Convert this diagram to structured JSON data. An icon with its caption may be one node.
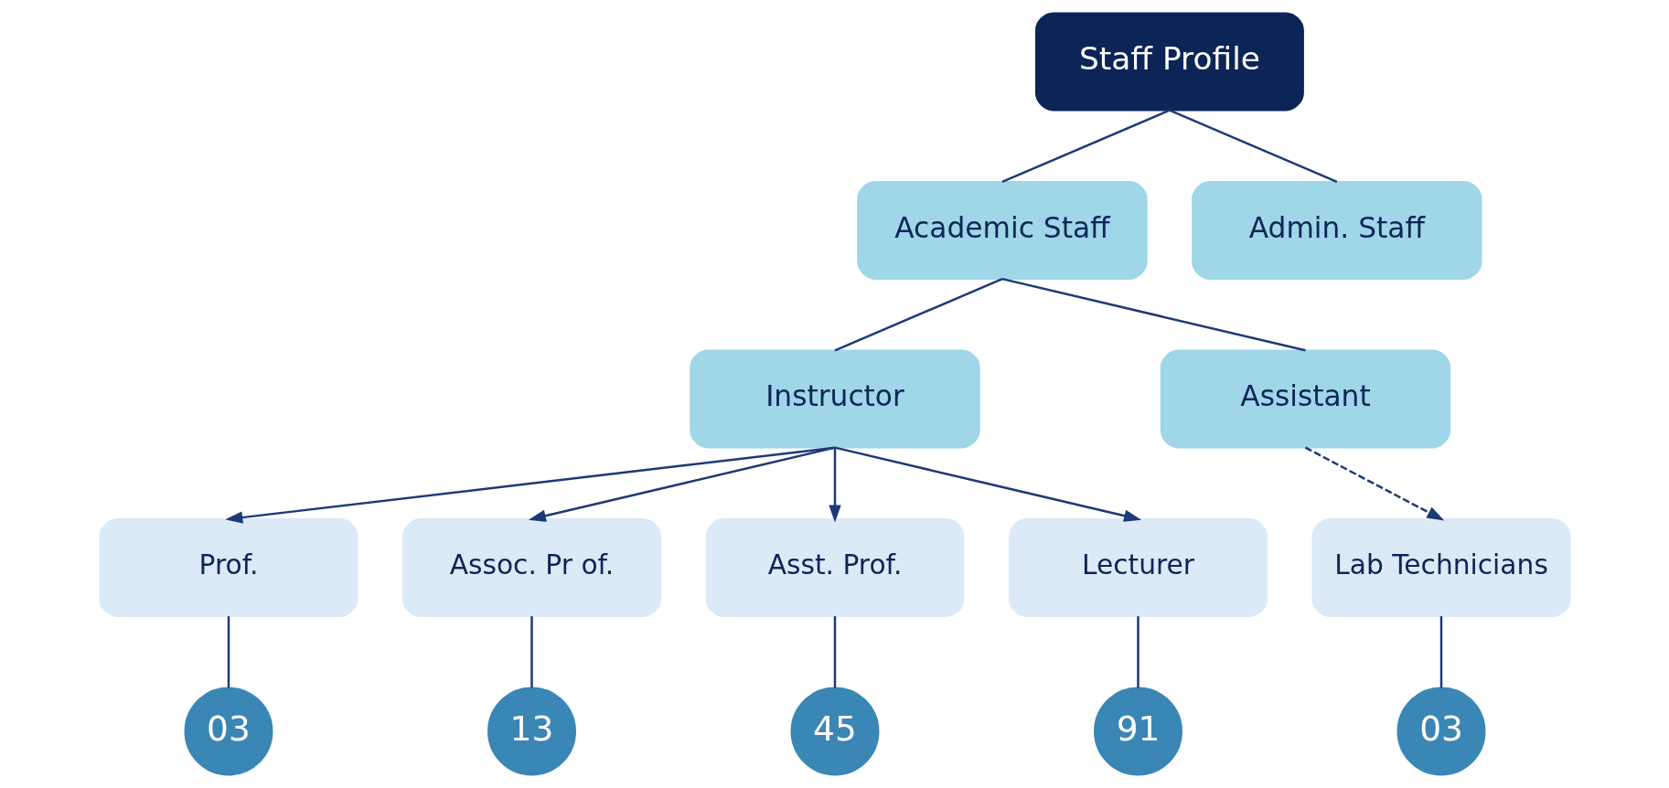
{
  "diagram": {
    "nodes": [
      {
        "text": [
          "Staff Profile"
        ]
      },
      {
        "text": [
          "Academic Staff"
        ]
      },
      {
        "text": [
          "Admin. Staff"
        ]
      },
      {
        "text": [
          "Instructor"
        ]
      },
      {
        "text": [
          "Assistant"
        ]
      },
      {
        "text": [
          "Prof."
        ]
      },
      {
        "text": [
          "Assoc. Pr of."
        ]
      },
      {
        "text": [
          "Asst. Prof."
        ]
      },
      {
        "text": [
          "Lecturer"
        ]
      },
      {
        "text": [
          "Lab Technicians"
        ]
      },
      {
        "text": [
          "03"
        ]
      },
      {
        "text": [
          "13"
        ]
      },
      {
        "text": [
          "45"
        ]
      },
      {
        "text": [
          "91"
        ]
      },
      {
        "text": [
          "03"
        ]
      }
    ],
    "edges": [
      {
        "from": 0,
        "to": 1,
        "arrow": "none"
      },
      {
        "from": 0,
        "to": 2,
        "arrow": "none"
      },
      {
        "from": 1,
        "to": 3,
        "arrow": "none"
      },
      {
        "from": 1,
        "to": 4,
        "arrow": "none"
      },
      {
        "from": 3,
        "to": 5,
        "arrow": "to"
      },
      {
        "from": 3,
        "to": 6,
        "arrow": "to"
      },
      {
        "from": 3,
        "to": 7,
        "arrow": "to"
      },
      {
        "from": 3,
        "to": 8,
        "arrow": "to"
      },
      {
        "from": 4,
        "to": 9,
        "arrow": "to",
        "style": "dashed"
      },
      {
        "from": 5,
        "to": 10,
        "arrow": "none"
      },
      {
        "from": 6,
        "to": 11,
        "arrow": "none"
      },
      {
        "from": 7,
        "to": 12,
        "arrow": "none"
      },
      {
        "from": 8,
        "to": 13,
        "arrow": "none"
      },
      {
        "from": 9,
        "to": 14,
        "arrow": "none"
      }
    ]
  }
}
